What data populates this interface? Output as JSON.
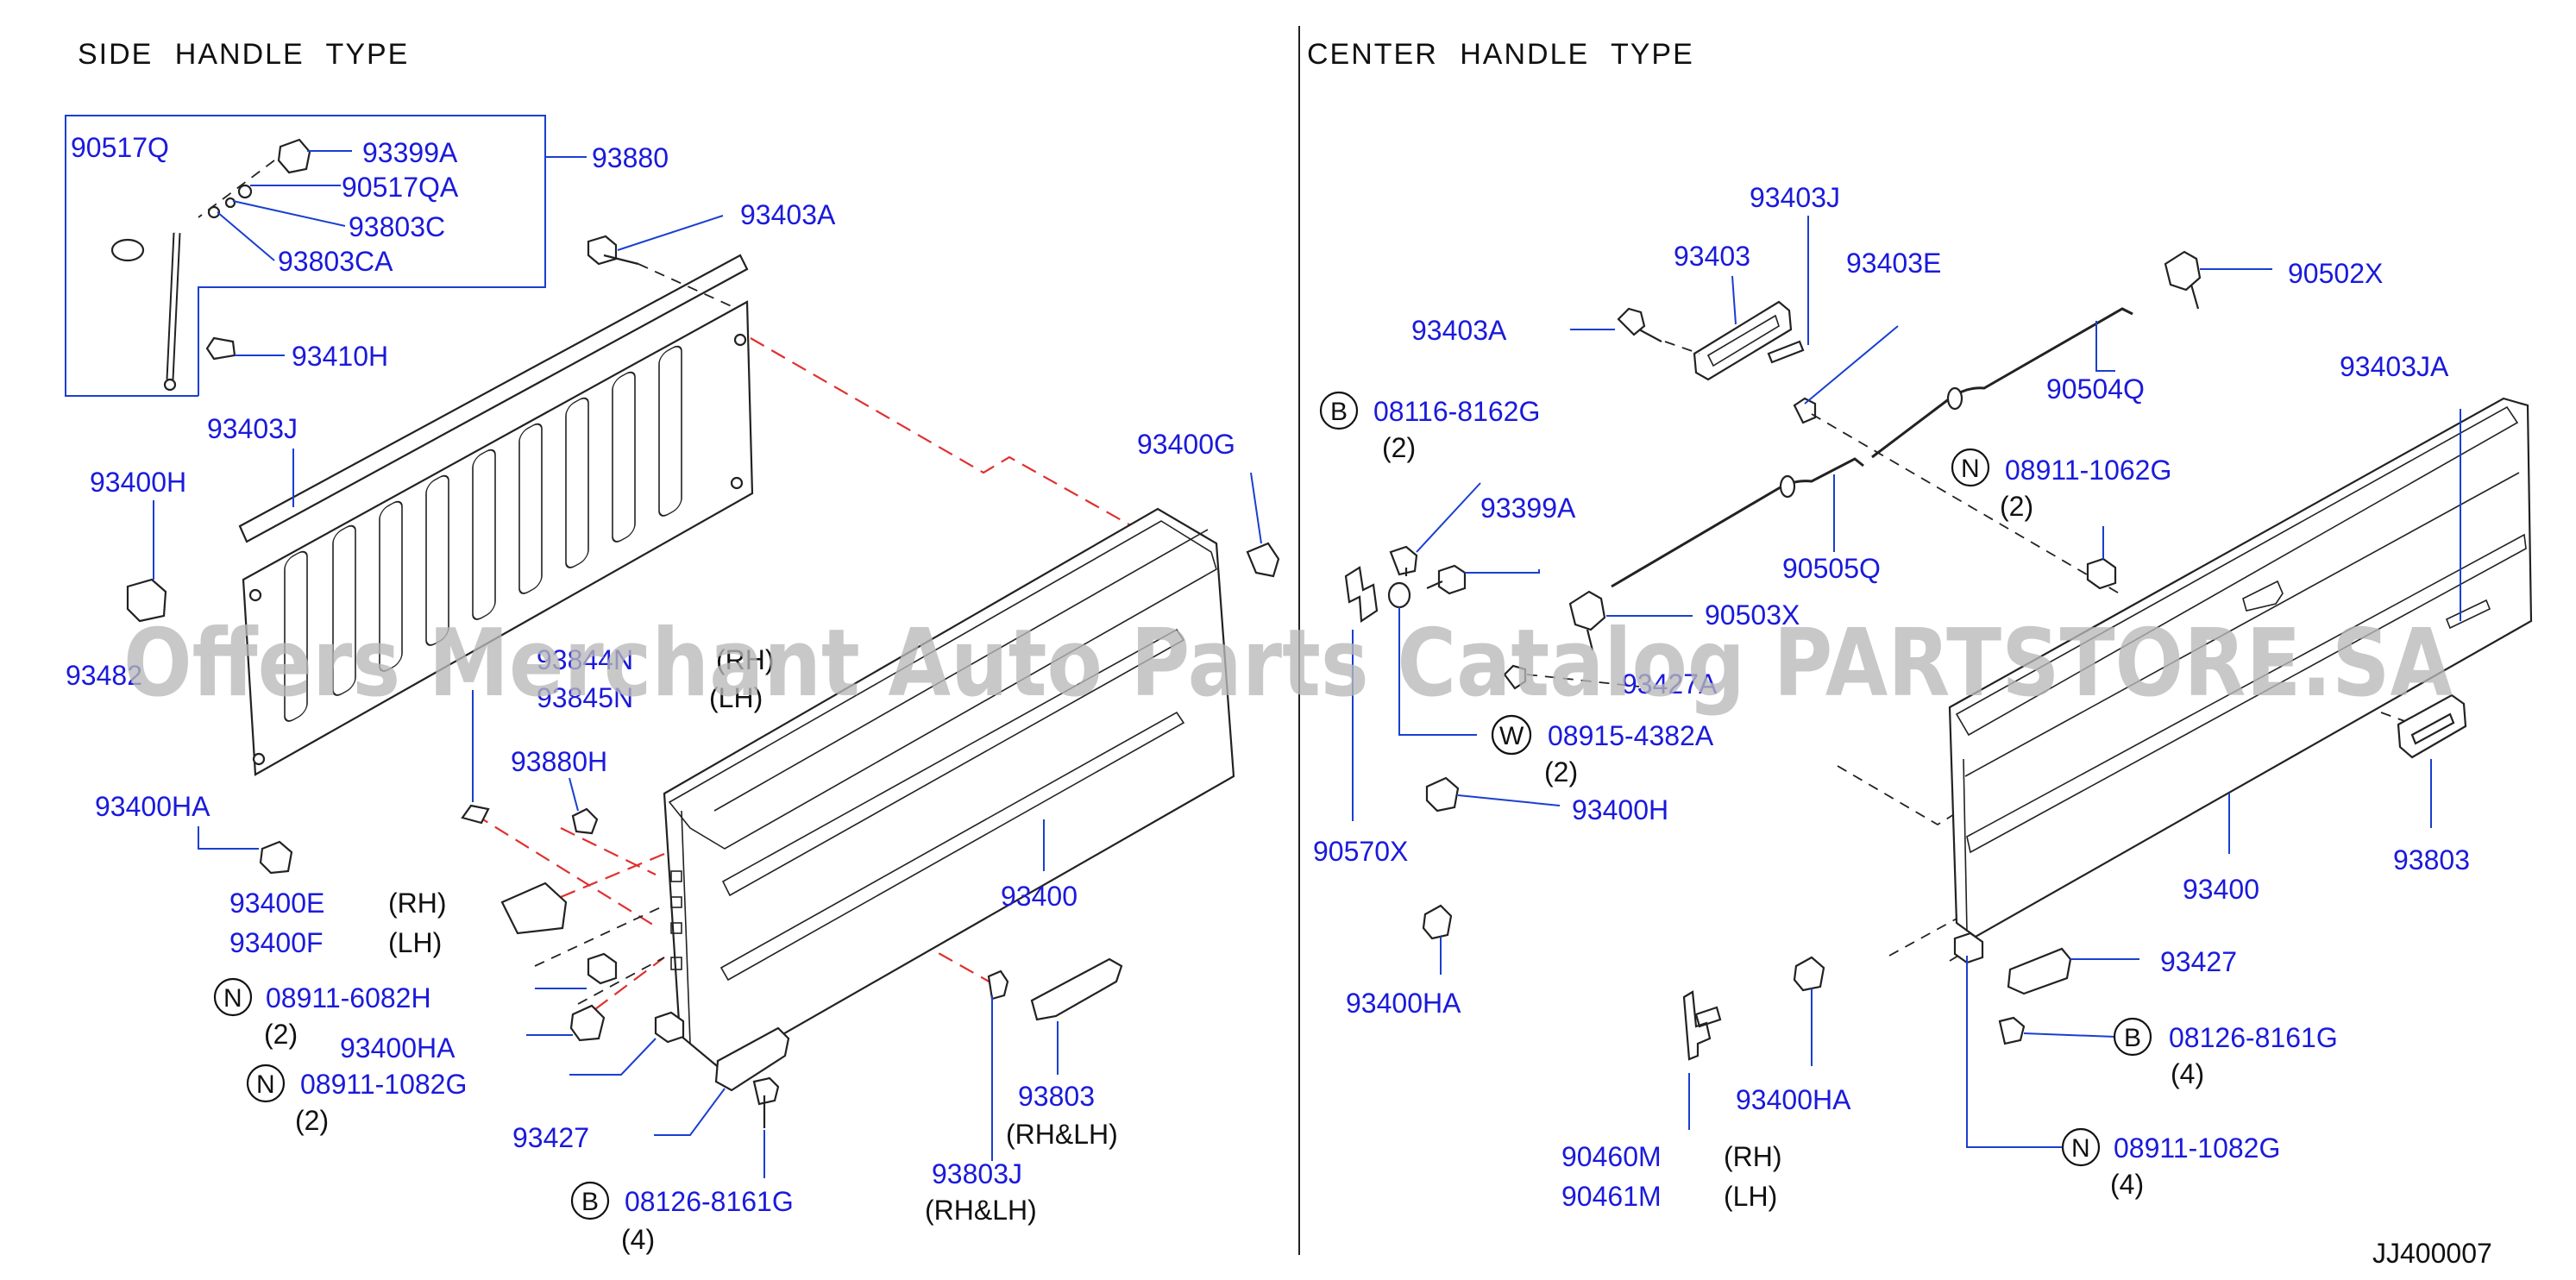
{
  "sections": {
    "left_title": "SIDE  HANDLE  TYPE",
    "right_title": "CENTER  HANDLE  TYPE"
  },
  "diagram_id": "JJ400007",
  "watermark": "Offers Merchant Auto Parts Catalog PARTSTORE.SA",
  "left_parts": {
    "p90517Q": "90517Q",
    "p93399A": "93399A",
    "p90517QA": "90517QA",
    "p93803C": "93803C",
    "p93803CA": "93803CA",
    "p93880": "93880",
    "p93403A": "93403A",
    "p93410H": "93410H",
    "p93403J": "93403J",
    "p93400H": "93400H",
    "p93400G": "93400G",
    "p93482": "93482",
    "p93844N": "93844N",
    "p93845N": "93845N",
    "rh_1": "(RH)",
    "lh_1": "(LH)",
    "p93880H": "93880H",
    "p93400HA_top": "93400HA",
    "p93400E": "93400E",
    "rh_2": "(RH)",
    "p93400F": "93400F",
    "lh_2": "(LH)",
    "p93400": "93400",
    "n1_letter": "N",
    "n1_part": "08911-6082H",
    "n1_qty": "(2)",
    "p93400HA_mid": "93400HA",
    "n2_letter": "N",
    "n2_part": "08911-1082G",
    "n2_qty": "(2)",
    "p93427": "93427",
    "p93803": "93803",
    "rhlh_1": "(RH&LH)",
    "b1_letter": "B",
    "b1_part": "08126-8161G",
    "b1_qty": "(4)",
    "p93803J": "93803J",
    "rhlh_2": "(RH&LH)"
  },
  "right_parts": {
    "p93403J": "93403J",
    "p93403": "93403",
    "p93403E": "93403E",
    "p90502X": "90502X",
    "p93403A": "93403A",
    "p93403JA": "93403JA",
    "b1_letter": "B",
    "b1_part": "08116-8162G",
    "b1_qty": "(2)",
    "p90504Q": "90504Q",
    "n1_letter": "N",
    "n1_part": "08911-1062G",
    "n1_qty": "(2)",
    "p93399A": "93399A",
    "p90505Q": "90505Q",
    "p90503X": "90503X",
    "p93427A": "93427A",
    "w1_letter": "W",
    "w1_part": "08915-4382A",
    "w1_qty": "(2)",
    "p93400H": "93400H",
    "p90570X": "90570X",
    "p93803": "93803",
    "p93400": "93400",
    "p93400HA_left": "93400HA",
    "p93427": "93427",
    "b2_letter": "B",
    "b2_part": "08126-8161G",
    "b2_qty": "(4)",
    "p93400HA_bottom": "93400HA",
    "p90460M": "90460M",
    "rh": "(RH)",
    "p90461M": "90461M",
    "lh": "(LH)",
    "n2_letter": "N",
    "n2_part": "08911-1082G",
    "n2_qty": "(4)"
  },
  "colors": {
    "part_label": "#1a1adb",
    "leader": "#1a3fd0",
    "dashed_guide": "#e03030",
    "outline": "#222222"
  }
}
